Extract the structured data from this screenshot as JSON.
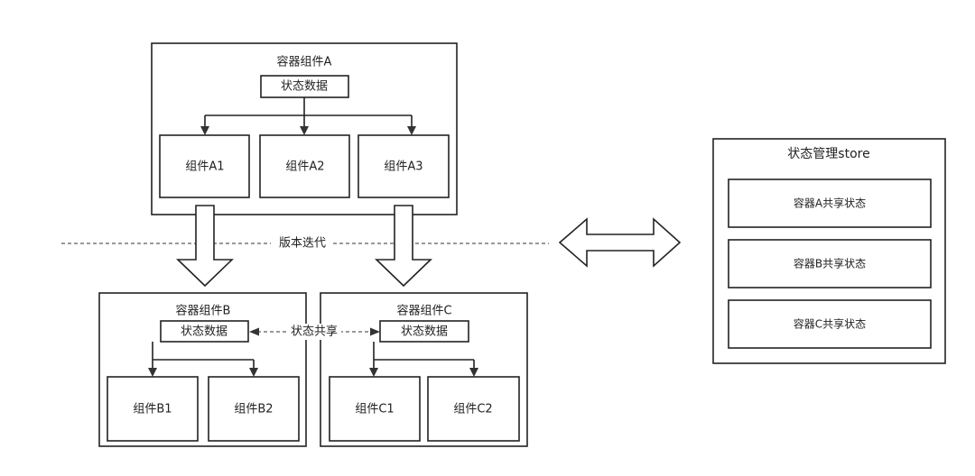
{
  "container_a": {
    "title": "容器组件A",
    "state": "状态数据",
    "children": [
      "组件A1",
      "组件A2",
      "组件A3"
    ]
  },
  "version_iteration": "版本迭代",
  "container_b": {
    "title": "容器组件B",
    "state": "状态数据",
    "children": [
      "组件B1",
      "组件B2"
    ]
  },
  "container_c": {
    "title": "容器组件C",
    "state": "状态数据",
    "children": [
      "组件C1",
      "组件C2"
    ]
  },
  "state_sharing": "状态共享",
  "store": {
    "title": "状态管理store",
    "items": [
      "容器A共享状态",
      "容器B共享状态",
      "容器C共享状态"
    ]
  }
}
